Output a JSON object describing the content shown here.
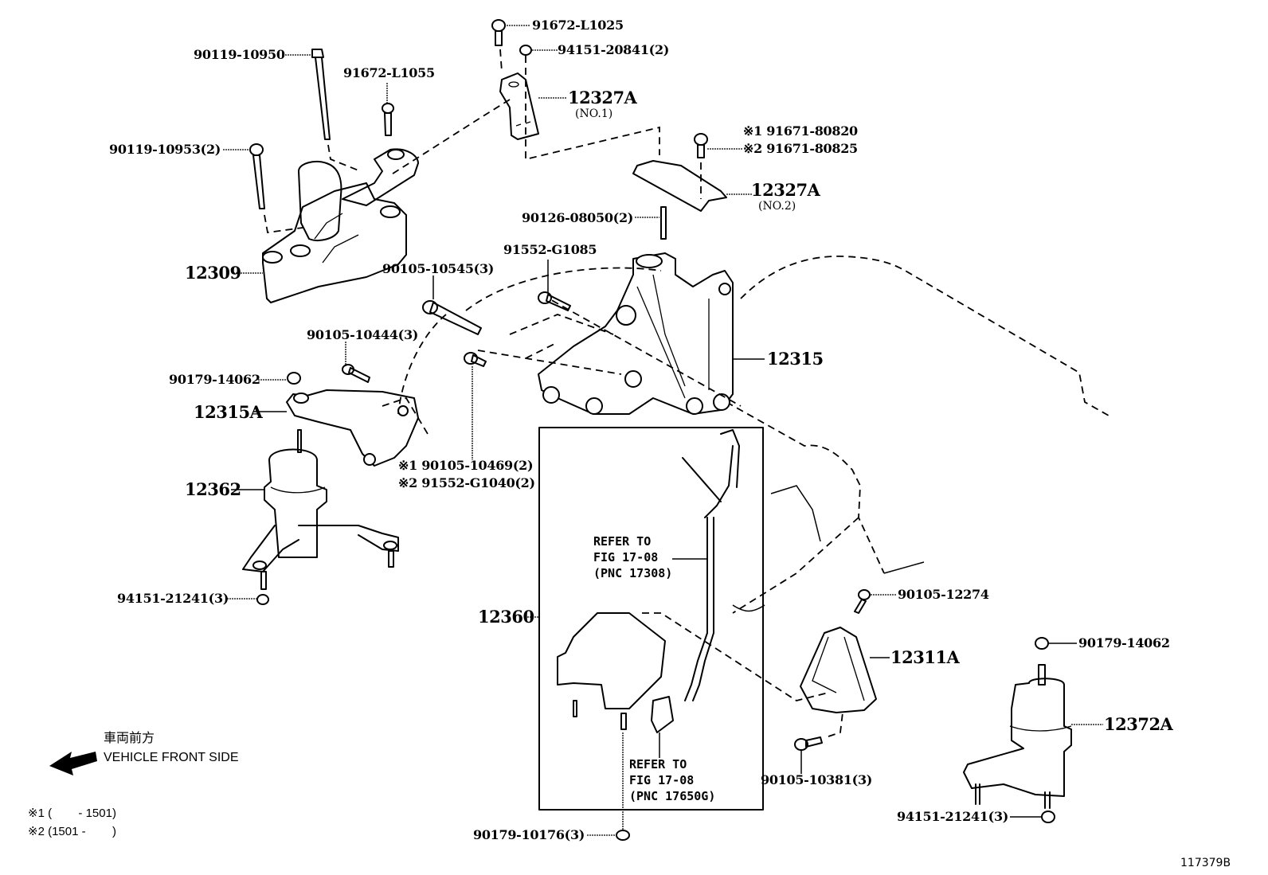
{
  "figure_id": "117379B",
  "parts": {
    "p90119_10950": "90119-10950",
    "p91672_L1055": "91672-L1055",
    "p90119_10953": "90119-10953(2)",
    "p91672_L1025": "91672-L1025",
    "p94151_20841": "94151-20841(2)",
    "p12327A_no1": "12327A",
    "p12327A_no1_sub": "(NO.1)",
    "p91671_80820": "※1 91671-80820",
    "p91671_80825": "※2 91671-80825",
    "p12327A_no2": "12327A",
    "p12327A_no2_sub": "(NO.2)",
    "p90126_08050": "90126-08050(2)",
    "p12309": "12309",
    "p91552_G1085": "91552-G1085",
    "p90105_10545": "90105-10545(3)",
    "p12315": "12315",
    "p90105_10444": "90105-10444(3)",
    "p90179_14062_left": "90179-14062",
    "p12315A": "12315A",
    "p90105_10469": "※1 90105-10469(2)",
    "p91552_G1040": "※2 91552-G1040(2)",
    "p12362": "12362",
    "p94151_21241_left": "94151-21241(3)",
    "p12360": "12360",
    "p90105_12274": "90105-12274",
    "p12311A": "12311A",
    "p90179_14062_right": "90179-14062",
    "p12372A": "12372A",
    "p90105_10381": "90105-10381(3)",
    "p94151_21241_right": "94151-21241(3)",
    "p90179_10176": "90179-10176(3)"
  },
  "references": {
    "ref1": [
      "REFER TO",
      "FIG 17-08",
      "(PNC 17308)"
    ],
    "ref2": [
      "REFER TO",
      "FIG 17-08",
      "(PNC 17650G)"
    ]
  },
  "orientation": {
    "label_jp": "車両前方",
    "label_en": "VEHICLE FRONT SIDE",
    "arrow_icon": "arrow-left-down-icon"
  },
  "footnotes": [
    "※1 (        - 1501)",
    "※2 (1501 -        )"
  ]
}
